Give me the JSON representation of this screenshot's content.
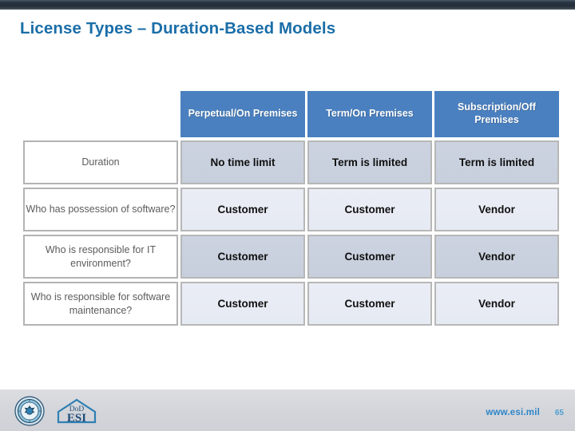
{
  "slide": {
    "title": "License Types – Duration-Based Models",
    "title_color": "#1b6ea8",
    "top_bar_color": "#273240"
  },
  "table": {
    "corner_label": "",
    "column_headers": [
      "Perpetual/On Premises",
      "Term/On Premises",
      "Subscription/Off Premises"
    ],
    "header_bg": "#4a80bf",
    "header_text_color": "#ffffff",
    "rows": [
      {
        "label": "Duration",
        "cells": [
          "No time limit",
          "Term is limited",
          "Term is limited"
        ],
        "shade": "dark"
      },
      {
        "label": "Who has possession of software?",
        "cells": [
          "Customer",
          "Customer",
          "Vendor"
        ],
        "shade": "light"
      },
      {
        "label": "Who is responsible for IT environment?",
        "cells": [
          "Customer",
          "Customer",
          "Vendor"
        ],
        "shade": "dark"
      },
      {
        "label": "Who is responsible for software maintenance?",
        "cells": [
          "Customer",
          "Customer",
          "Vendor"
        ],
        "shade": "light"
      }
    ]
  },
  "footer": {
    "seal_icon": "dod-seal-icon",
    "esi_logo_top_text": "DoD",
    "esi_logo_main_text": "ESI",
    "url": "www.esi.mil",
    "url_color": "#2e86c8",
    "page_number": "65"
  }
}
